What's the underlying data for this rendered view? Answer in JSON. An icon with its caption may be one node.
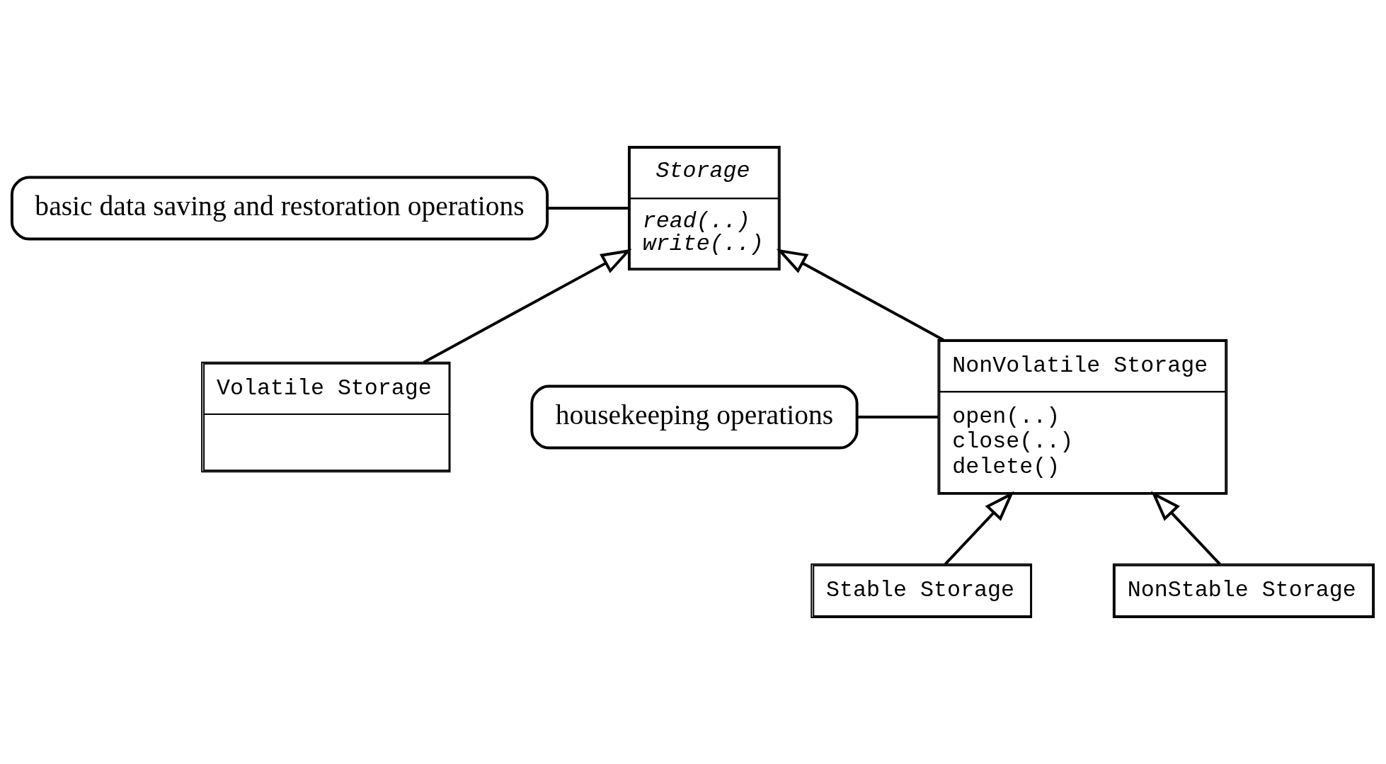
{
  "diagram": {
    "nodes": [
      {
        "text": [
          "Storage",
          "read(..) write(..)"
        ]
      },
      {
        "text": [
          "basic data saving and restoration operations"
        ]
      },
      {
        "text": [
          "Volatile Storage"
        ]
      },
      {
        "text": [
          "NonVolatile Storage",
          "open(..) close(..) delete()"
        ]
      },
      {
        "text": [
          "housekeeping operations"
        ]
      },
      {
        "text": [
          "Stable Storage"
        ]
      },
      {
        "text": [
          "NonStable Storage"
        ]
      }
    ],
    "edges": [
      {
        "from": 1,
        "to": 0,
        "arrow": "none"
      },
      {
        "from": 2,
        "to": 0,
        "arrow": "to"
      },
      {
        "from": 3,
        "to": 0,
        "arrow": "to"
      },
      {
        "from": 4,
        "to": 3,
        "arrow": "none"
      },
      {
        "from": 5,
        "to": 3,
        "arrow": "to"
      },
      {
        "from": 6,
        "to": 3,
        "arrow": "to"
      }
    ]
  }
}
